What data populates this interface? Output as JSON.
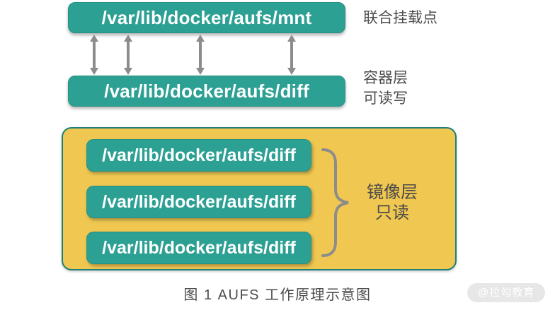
{
  "colors": {
    "teal_box_fill": "#2CA093",
    "teal_box_border": "#279182",
    "yellow_container_fill": "#F0C751",
    "yellow_container_border": "#1E7F7A",
    "arrow_gray": "#8C8C8C",
    "brace_gray": "#8C8C8C",
    "label_text": "#4D4D4D",
    "box_text": "#FFFFFF",
    "watermark_bg": "#E7E7E7",
    "watermark_text": "#FFFFFF"
  },
  "diagram": {
    "mount_box": {
      "path": "/var/lib/docker/aufs/mnt",
      "label": "联合挂载点"
    },
    "container_layer_box": {
      "path": "/var/lib/docker/aufs/diff",
      "label_line1": "容器层",
      "label_line2": "可读写"
    },
    "arrows": {
      "count": 4,
      "icon": "double-arrow-icon",
      "direction": "vertical-bidirectional"
    },
    "image_layers": {
      "boxes": [
        "/var/lib/docker/aufs/diff",
        "/var/lib/docker/aufs/diff",
        "/var/lib/docker/aufs/diff"
      ],
      "brace_icon": "right-curly-brace-icon",
      "label_line1": "镜像层",
      "label_line2": "只读"
    }
  },
  "caption": "图 1 AUFS 工作原理示意图",
  "watermark": "@拉勾教育"
}
